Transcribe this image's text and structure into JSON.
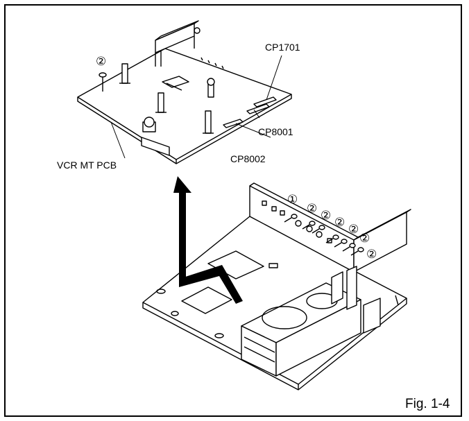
{
  "labels": {
    "cp1701": "CP1701",
    "cp8001": "CP8001",
    "cp8002": "CP8002",
    "vcr_mt_pcb": "VCR MT PCB",
    "fig": "Fig. 1-4"
  },
  "callouts": {
    "pcb_screw": "②",
    "chassis_screw_1": "①",
    "chassis_screw_2": "②"
  }
}
